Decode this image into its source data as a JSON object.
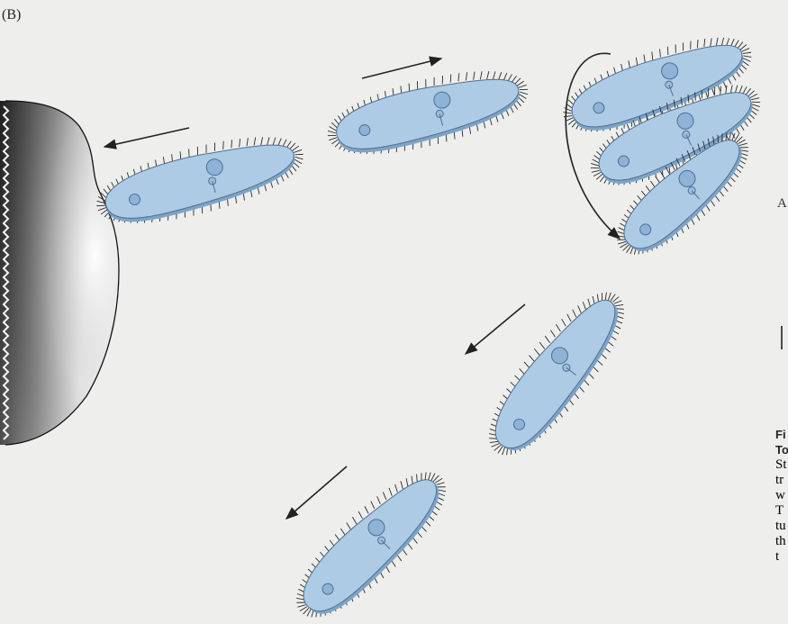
{
  "panel_label": "(B)",
  "right_edge_text": {
    "mid_letter": "A",
    "fragment_lines": [
      {
        "text": "Fi",
        "style": "bold"
      },
      {
        "text": "To",
        "style": "bold"
      },
      {
        "text": "St",
        "style": "serif"
      },
      {
        "text": "tr",
        "style": "serif"
      },
      {
        "text": "w",
        "style": "serif"
      },
      {
        "text": "T",
        "style": "serif"
      },
      {
        "text": "tu",
        "style": "serif"
      },
      {
        "text": "th",
        "style": "serif"
      },
      {
        "text": "t",
        "style": "serif"
      }
    ]
  },
  "colors": {
    "background": "#eeeeec",
    "cell_fill": "#aecbe6",
    "cell_underside": "#7fa3c5",
    "cilia": "#2a2a2a",
    "arrow": "#222222",
    "obstacle_dark": "#2a2a2a",
    "obstacle_light": "#f2f2f2"
  },
  "figure": {
    "description_icons": [
      "paramecium-cell",
      "obstacle",
      "direction-arrow",
      "curved-turn-arrow"
    ]
  }
}
